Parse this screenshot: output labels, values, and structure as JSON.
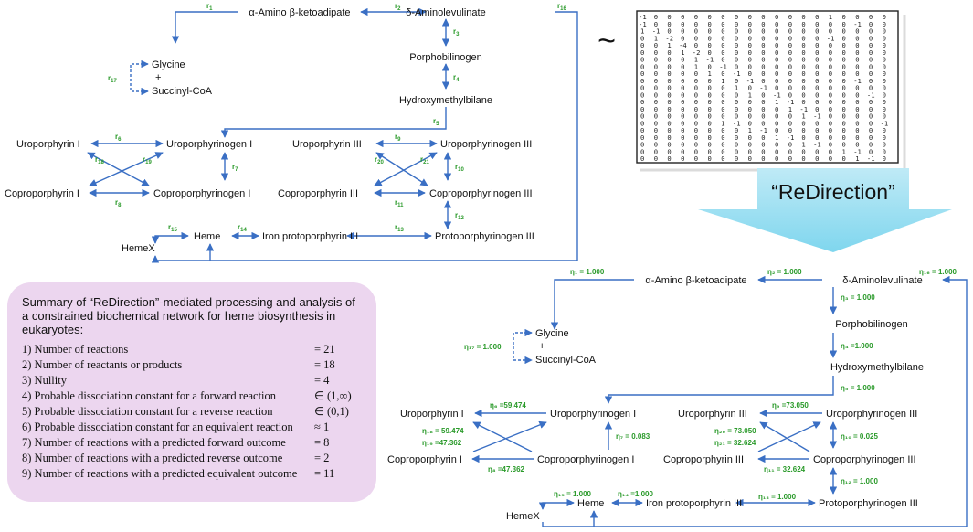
{
  "tilde": "~",
  "redirection_label": "“ReDirection”",
  "top_nodes": {
    "aminoketo": "α-Amino β-ketoadipate",
    "ala": "δ-Aminolevulinate",
    "glycine": "Glycine",
    "plus": "+",
    "succinyl": "Succinyl-CoA",
    "porpho": "Porphobilinogen",
    "hmb": "Hydroxymethylbilane",
    "uro1": "Uroporphyrin I",
    "urogen1": "Uroporphyrinogen I",
    "uro3": "Uroporphyrin III",
    "urogen3": "Uroporphyrinogen III",
    "copro1": "Coproporphyrin I",
    "coprogen1": "Coproporphyrinogen I",
    "copro3": "Coproporphyrin III",
    "coprogen3": "Coproporphyrinogen III",
    "protogen3": "Protoporphyrinogen III",
    "ironproto": "Iron protoporphyrin III",
    "heme": "Heme",
    "hemex": "HemeX"
  },
  "top_reactions": {
    "r1": "r",
    "r1s": "1",
    "r2": "r",
    "r2s": "2",
    "r3": "r",
    "r3s": "3",
    "r4": "r",
    "r4s": "4",
    "r5": "r",
    "r5s": "5",
    "r6": "r",
    "r6s": "6",
    "r7": "r",
    "r7s": "7",
    "r8": "r",
    "r8s": "8",
    "r9": "r",
    "r9s": "9",
    "r10": "r",
    "r10s": "10",
    "r11": "r",
    "r11s": "11",
    "r12": "r",
    "r12s": "12",
    "r13": "r",
    "r13s": "13",
    "r14": "r",
    "r14s": "14",
    "r15": "r",
    "r15s": "15",
    "r16": "r",
    "r16s": "16",
    "r17": "r",
    "r17s": "17",
    "r18": "r",
    "r18s": "18",
    "r19": "r",
    "r19s": "19",
    "r20": "r",
    "r20s": "20",
    "r21": "r",
    "r21s": "21"
  },
  "bottom_nodes": {
    "aminoketo": "α-Amino β-ketoadipate",
    "ala": "δ-Aminolevulinate",
    "glycine": "Glycine",
    "plus": "+",
    "succinyl": "Succinyl-CoA",
    "porpho": "Porphobilinogen",
    "hmb": "Hydroxymethylbilane",
    "uro1": "Uroporphyrin I",
    "urogen1": "Uroporphyrinogen I",
    "uro3": "Uroporphyrin III",
    "urogen3": "Uroporphyrinogen III",
    "copro1": "Coproporphyrin I",
    "coprogen1": "Coproporphyrinogen I",
    "copro3": "Coproporphyrin III",
    "coprogen3": "Coproporphyrinogen III",
    "protogen3": "Protoporphyrinogen III",
    "ironproto": "Iron protoporphyrin III",
    "heme": "Heme",
    "hemex": "HemeX"
  },
  "eta_labels": {
    "e1": "η₁ = 1.000",
    "e2": "η₂ = 1.000",
    "e3": "η₃ = 1.000",
    "e4": "η₄ =1.000",
    "e5": "η₅ = 1.000",
    "e6": "η₆ =59.474",
    "e7": "η₇ = 0.083",
    "e8": "η₈ =47.362",
    "e9": "η₉ =73.050",
    "e10": "η₁₀ = 0.025",
    "e11": "η₁₁ = 32.624",
    "e12": "η₁₂ = 1.000",
    "e13": "η₁₃ = 1.000",
    "e14": "η₁₄ =1.000",
    "e15": "η₁₅ = 1.000",
    "e16": "η₁₆ = 1.000",
    "e17": "η₁₇ = 1.000",
    "e18": "η₁₈ = 59.474",
    "e19": "η₁₉ =47.362",
    "e20": "η₂₀ = 73.050",
    "e21": "η₂₁ = 32.624"
  },
  "matrix": [
    "-1 0 0 0 0 0 0 0 0 0 0 0 0 0 1 0 0 0 0",
    "-1 0 0 0 0 0 0 0 0 0 0 0 0 0 0 0 -1 0 0",
    "1 -1 0 0 0 0 0 0 0 0 0 0 0 0 0 0 0 0 0",
    "0 1 -2 0 0 0 0 0 0 0 0 0 0 0 -1 0 0 0 0",
    "0 0 1 -4 0 0 0 0 0 0 0 0 0 0 0 0 0 0 0",
    "0 0 0 1 -2 0 0 0 0 0 0 0 0 0 0 0 0 0 0",
    "0 0 0 0 1 -1 0 0 0 0 0 0 0 0 0 0 0 0 0",
    "0 0 0 0 1 0 -1 0 0 0 0 0 0 0 0 0 0 0 0",
    "0 0 0 0 0 1 0 -1 0 0 0 0 0 0 0 0 0 0 0",
    "0 0 0 0 0 0 1 0 -1 0 0 0 0 0 0 0 -1 0 0",
    "0 0 0 0 0 0 0 1 0 -1 0 0 0 0 0 0 0 0 0",
    "0 0 0 0 0 0 0 0 1 0 -1 0 0 0 0 0 0 -1 0",
    "0 0 0 0 0 0 0 0 0 0 1 -1 0 0 0 0 0 0 0",
    "0 0 0 0 0 0 0 0 0 0 0 1 -1 0 0 0 0 0 0",
    "0 0 0 0 0 0 0 0 0 0 0 0 1 -1 0 0 0 0 0",
    "0 0 0 0 0 0 1 -1 0 0 0 0 0 0 0 0 0 0 -1",
    "0 0 0 0 0 0 0 0 1 -1 0 0 0 0 0 0 0 0 0",
    "0 0 0 0 0 0 0 0 0 0 1 -1 0 0 0 0 0 0 0",
    "0 0 0 0 0 0 0 0 0 0 0 0 1 -1 0 0 0 0 0",
    "0 0 0 0 0 0 0 0 0 0 0 0 0 0 0 1 -1 0 0",
    "0 0 0 0 0 0 0 0 0 0 0 0 0 0 0 0 1 -1 0"
  ],
  "summary": {
    "title": "Summary of “ReDirection”-mediated processing and analysis of a constrained biochemical network for heme biosynthesis in eukaryotes:",
    "rows": [
      {
        "label": "1) Number of reactions",
        "value": "= 21"
      },
      {
        "label": "2) Number of reactants or products",
        "value": "= 18"
      },
      {
        "label": "3) Nullity",
        "value": "= 4"
      },
      {
        "label": "4) Probable dissociation constant for a forward reaction",
        "value": "∈ (1,∞)"
      },
      {
        "label": "5) Probable dissociation constant for a reverse reaction",
        "value": "∈ (0,1)"
      },
      {
        "label": "6) Probable dissociation constant for an equivalent reaction",
        "value": "≈ 1"
      },
      {
        "label": "7) Number of reactions with a predicted forward outcome",
        "value": "= 8"
      },
      {
        "label": "8) Number of reactions with a predicted reverse outcome",
        "value": "= 2"
      },
      {
        "label": "9) Number of reactions with a predicted equivalent outcome",
        "value": "= 11"
      }
    ]
  },
  "colors": {
    "edge": "#3a6fc4",
    "label_green": "#2a9a2a",
    "arrow_fill": "#8fdcf0",
    "summary_bg": "#ecd6ef"
  }
}
